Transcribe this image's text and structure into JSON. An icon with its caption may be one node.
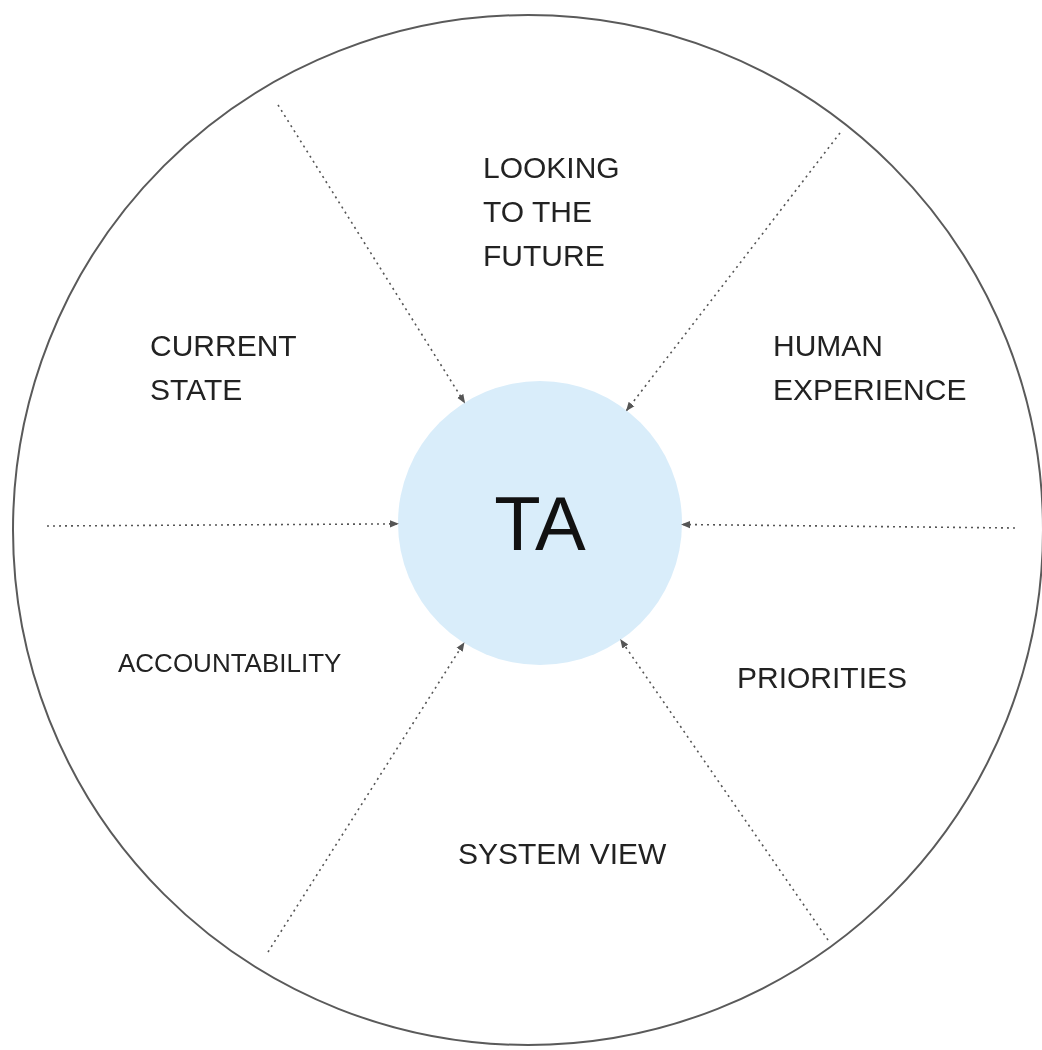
{
  "diagram": {
    "nodes": [
      {
        "text": [],
        "shape": "circle"
      },
      {
        "text": [
          "TA"
        ],
        "in": 0
      }
    ],
    "edges": [
      {
        "from": null,
        "to": 1,
        "arrow": "to",
        "style": "dashed"
      },
      {
        "from": null,
        "to": 1,
        "arrow": "to",
        "style": "dashed"
      },
      {
        "from": null,
        "to": 1,
        "arrow": "to",
        "style": "dashed"
      },
      {
        "from": null,
        "to": 1,
        "arrow": "to",
        "style": "dashed"
      },
      {
        "from": null,
        "to": 1,
        "arrow": "to",
        "style": "dashed"
      },
      {
        "from": null,
        "to": 1,
        "arrow": "to",
        "style": "dashed"
      }
    ],
    "labels": [
      "LOOKING TO THE FUTURE",
      "CURRENT STATE",
      "HUMAN EXPERIENCE",
      "ACCOUNTABILITY",
      "PRIORITIES",
      "SYSTEM VIEW"
    ]
  }
}
